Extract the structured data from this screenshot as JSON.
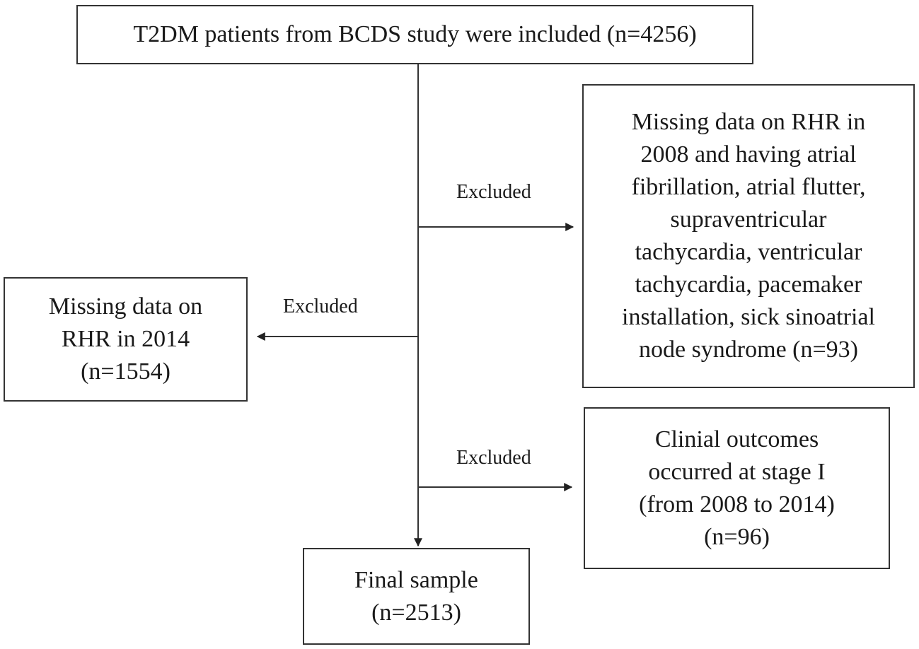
{
  "nodes": {
    "start": {
      "lines": [
        "T2DM patients from BCDS study were included (n=4256)"
      ]
    },
    "excluded_rhr_2008": {
      "lines": [
        "Missing data on RHR in",
        "2008 and having atrial",
        "fibrillation, atrial flutter,",
        "supraventricular",
        "tachycardia, ventricular",
        "tachycardia, pacemaker",
        "installation, sick sinoatrial",
        "node syndrome (n=93)"
      ]
    },
    "excluded_rhr_2014": {
      "lines": [
        "Missing data on",
        "RHR in 2014",
        "(n=1554)"
      ]
    },
    "excluded_outcomes": {
      "lines": [
        "Clinial outcomes",
        "occurred at stage I",
        "(from 2008 to 2014)",
        "(n=96)"
      ]
    },
    "final": {
      "lines": [
        "Final sample",
        "(n=2513)"
      ]
    }
  },
  "edge_labels": {
    "to_rhr_2008": "Excluded",
    "to_rhr_2014": "Excluded",
    "to_outcomes": "Excluded"
  },
  "colors": {
    "line": "#333333",
    "text": "#1a1a1a",
    "background": "#ffffff"
  }
}
